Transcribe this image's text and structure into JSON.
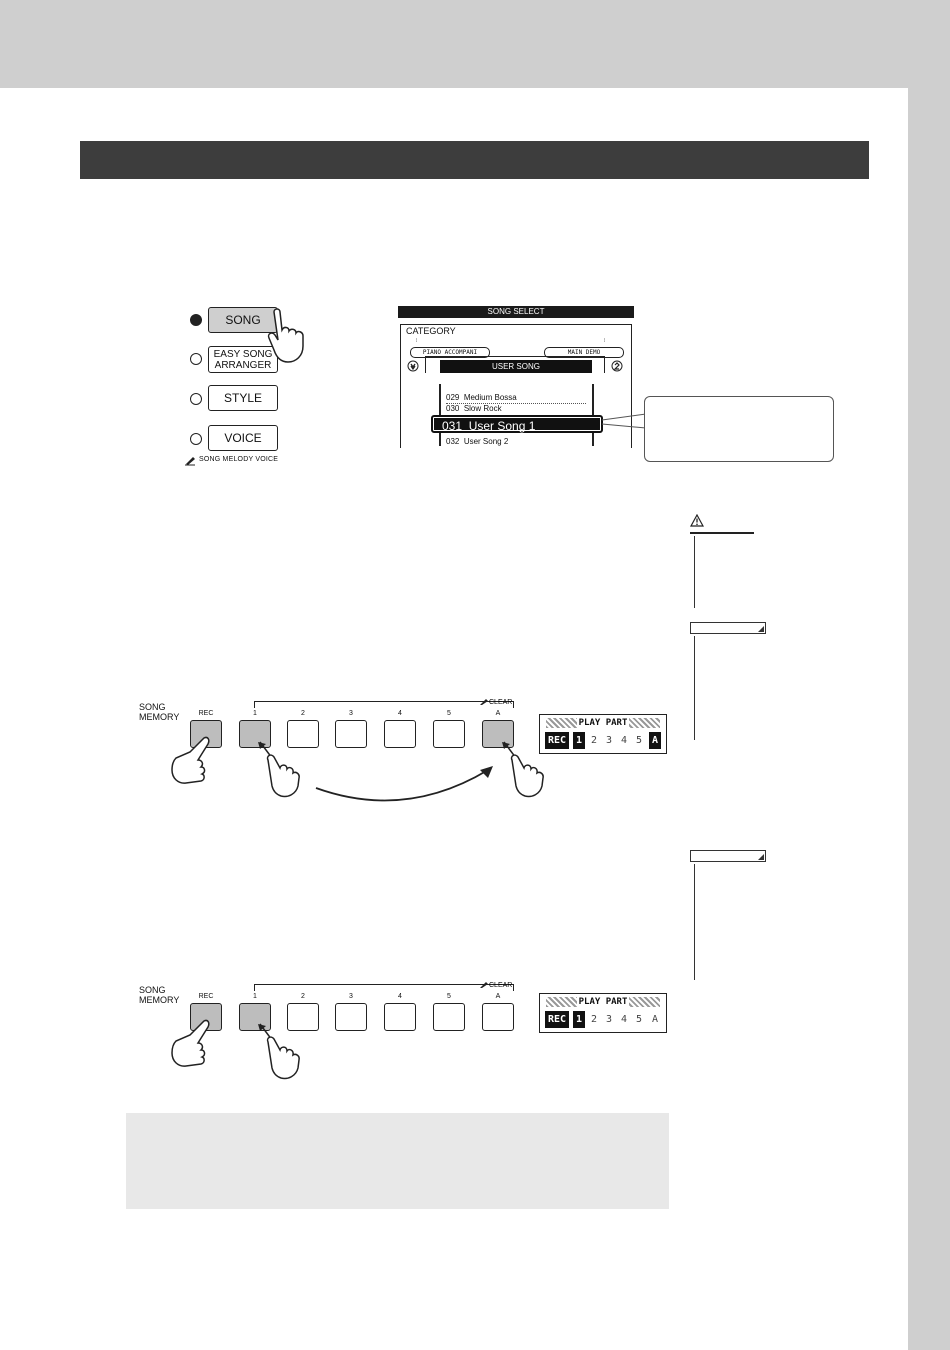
{
  "mode_panel": {
    "buttons": [
      {
        "label": "SONG",
        "active": true,
        "led": "on"
      },
      {
        "label": "EASY SONG ARRANGER",
        "active": false,
        "led": "off"
      },
      {
        "label": "STYLE",
        "active": false,
        "led": "off"
      },
      {
        "label": "VOICE",
        "active": false,
        "led": "off"
      }
    ],
    "footer_label": "SONG MELODY VOICE"
  },
  "song_select_display": {
    "title": "SONG SELECT",
    "category_label": "CATEGORY",
    "left_category": "PIANO ACCOMPANI",
    "right_category": "MAIN DEMO",
    "current_category": "USER SONG",
    "rows": [
      {
        "number": "029",
        "name": "Medium Bossa"
      },
      {
        "number": "030",
        "name": "Slow Rock"
      },
      {
        "number": "031",
        "name": "User Song 1",
        "selected": true
      },
      {
        "number": "032",
        "name": "User Song 2"
      }
    ]
  },
  "song_memory_1": {
    "label_line1": "SONG",
    "label_line2": "MEMORY",
    "buttons": [
      "REC",
      "1",
      "2",
      "3",
      "4",
      "5",
      "A"
    ],
    "pressed": [
      "REC",
      "1",
      "A"
    ],
    "clear_label": "CLEAR",
    "play_part": {
      "title": "PLAY PART",
      "cells": [
        "REC",
        "1",
        "2",
        "3",
        "4",
        "5",
        "A"
      ],
      "highlighted": [
        "REC",
        "1",
        "A"
      ]
    }
  },
  "song_memory_2": {
    "label_line1": "SONG",
    "label_line2": "MEMORY",
    "buttons": [
      "REC",
      "1",
      "2",
      "3",
      "4",
      "5",
      "A"
    ],
    "pressed": [
      "REC",
      "1"
    ],
    "clear_label": "CLEAR",
    "play_part": {
      "title": "PLAY PART",
      "cells": [
        "REC",
        "1",
        "2",
        "3",
        "4",
        "5",
        "A"
      ],
      "highlighted": [
        "REC",
        "1"
      ]
    }
  },
  "icons": {
    "hand": "pointing-hand-icon",
    "caution": "caution-triangle-icon",
    "scroll_left": "scroll-left-icon",
    "scroll_right": "scroll-right-icon",
    "clear_mark": "clear-mark-icon"
  },
  "colors": {
    "header_bar": "#3d3d3d",
    "page_border": "#cfcfcf",
    "button_pressed": "#bdbdbd",
    "info_box": "#e8e8e8"
  }
}
